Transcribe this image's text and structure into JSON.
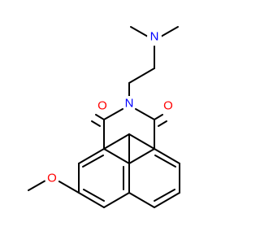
{
  "structure": {
    "atoms": {
      "nitrogen_amine": {
        "label": "N",
        "color": "#0000ff"
      },
      "nitrogen_imide": {
        "label": "N",
        "color": "#0000ff"
      },
      "oxygen_carbonyl_left": {
        "label": "O",
        "color": "#ff0000"
      },
      "oxygen_carbonyl_right": {
        "label": "O",
        "color": "#ff0000"
      },
      "oxygen_methoxy": {
        "label": "O",
        "color": "#ff0000"
      }
    },
    "bond_color": "#000000",
    "background": "#ffffff"
  }
}
